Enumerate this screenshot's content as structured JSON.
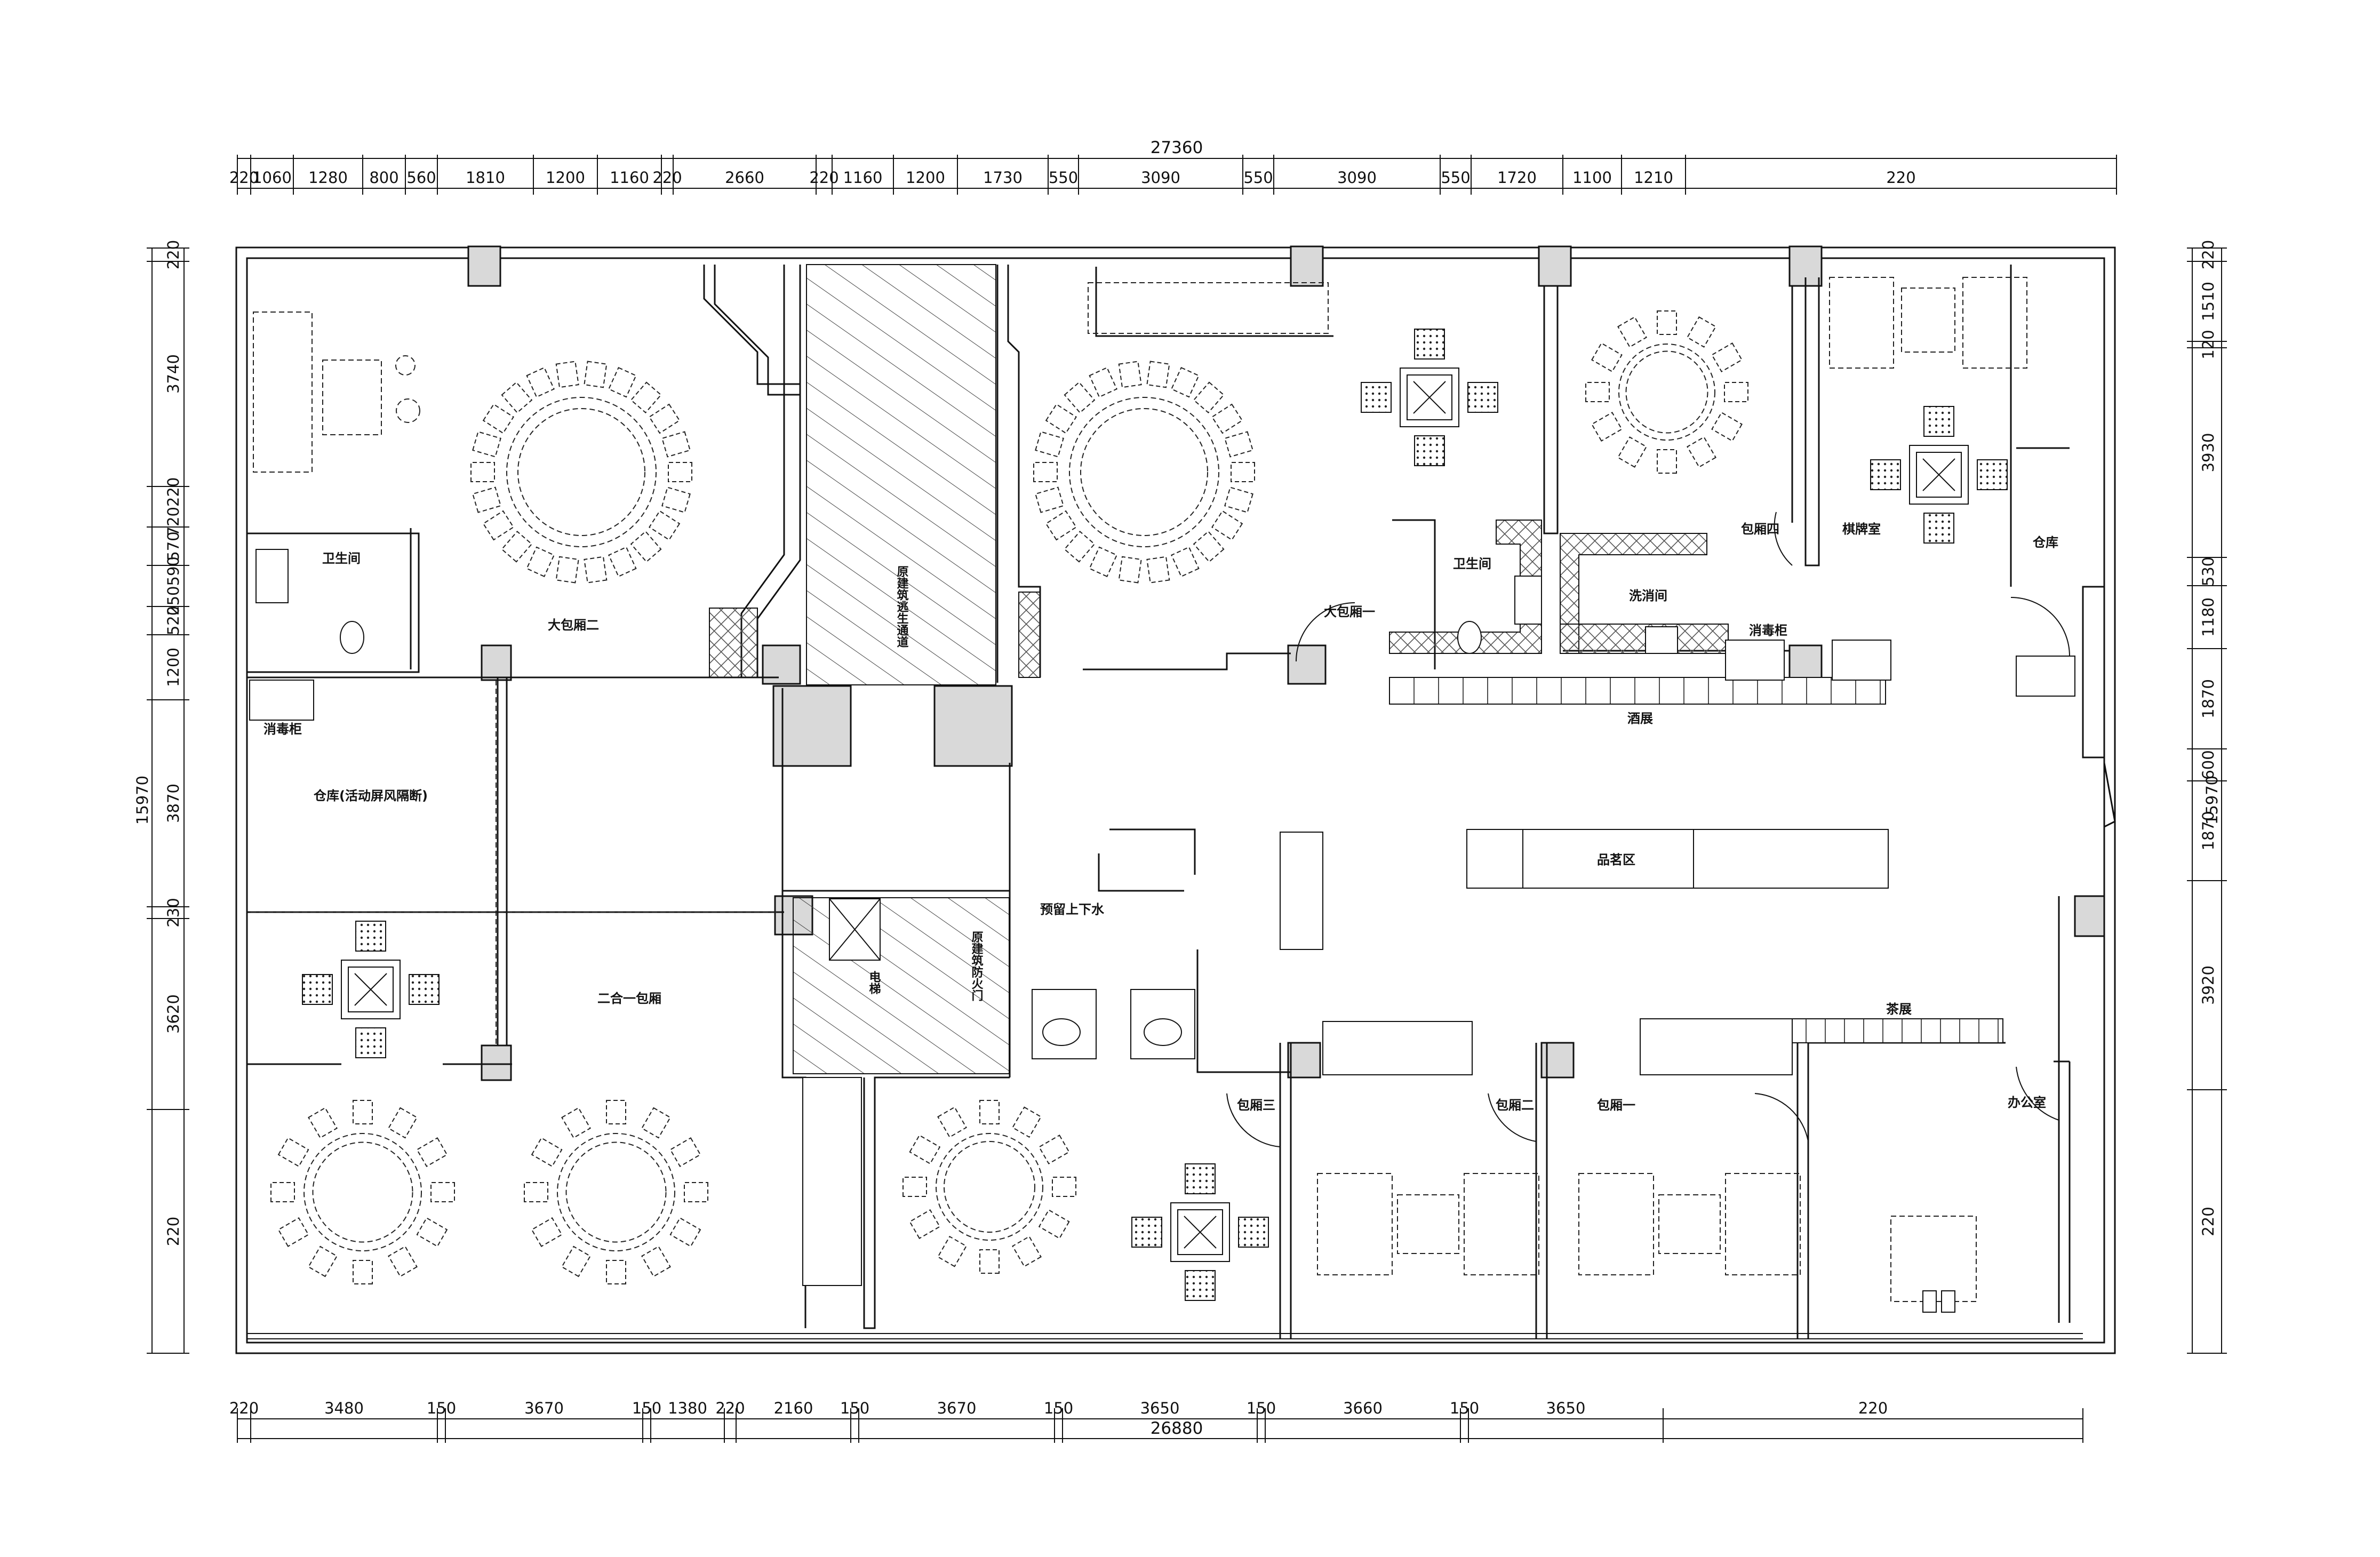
{
  "drawing": {
    "top_total": "27360",
    "bottom_total": "26880",
    "left_total": "15970",
    "right_total": "15970"
  },
  "top_dims": [
    {
      "label": "220"
    },
    {
      "label": "1060"
    },
    {
      "label": "1280"
    },
    {
      "label": "800"
    },
    {
      "label": "560"
    },
    {
      "label": "1810"
    },
    {
      "label": "1200"
    },
    {
      "label": "1160"
    },
    {
      "label": "220"
    },
    {
      "label": "2660"
    },
    {
      "label": "220"
    },
    {
      "label": "1160"
    },
    {
      "label": "1200"
    },
    {
      "label": "1730"
    },
    {
      "label": "550"
    },
    {
      "label": "3090"
    },
    {
      "label": "550"
    },
    {
      "label": "3090"
    },
    {
      "label": "550"
    },
    {
      "label": "1720"
    },
    {
      "label": "1100"
    },
    {
      "label": "1210"
    },
    {
      "label": "220"
    }
  ],
  "bottom_dims": [
    {
      "label": "220"
    },
    {
      "label": "3480"
    },
    {
      "label": "150"
    },
    {
      "label": "3670"
    },
    {
      "label": "150"
    },
    {
      "label": "1380"
    },
    {
      "label": "220"
    },
    {
      "label": "2160"
    },
    {
      "label": "150"
    },
    {
      "label": "3670"
    },
    {
      "label": "150"
    },
    {
      "label": "3650"
    },
    {
      "label": "150"
    },
    {
      "label": "3660"
    },
    {
      "label": "150"
    },
    {
      "label": "3650"
    },
    {
      "label": "220"
    }
  ],
  "left_dims": [
    {
      "label": "220"
    },
    {
      "label": "3740"
    },
    {
      "label": "720220"
    },
    {
      "label": "570"
    },
    {
      "label": "250590"
    },
    {
      "label": "520"
    },
    {
      "label": "1200"
    },
    {
      "label": "3870"
    },
    {
      "label": "230"
    },
    {
      "label": "3620"
    },
    {
      "label": "220"
    }
  ],
  "right_dims": [
    {
      "label": "220"
    },
    {
      "label": "1510"
    },
    {
      "label": "120"
    },
    {
      "label": "3930"
    },
    {
      "label": "530"
    },
    {
      "label": "1180"
    },
    {
      "label": "1870"
    },
    {
      "label": "600"
    },
    {
      "label": "1870"
    },
    {
      "label": "3920"
    },
    {
      "label": "220"
    }
  ],
  "rooms": {
    "big_room_2": "大包厢二",
    "toilet_left": "卫生间",
    "disinfect_left": "消毒柜",
    "storage_screen": "仓库(活动屏风隔断)",
    "two_in_one": "二合一包厢",
    "big_room_1": "大包厢一",
    "toilet_right": "卫生间",
    "wash_room": "洗消间",
    "disinfect_right": "消毒柜",
    "wine_display": "酒展",
    "room_4": "包厢四",
    "chess_room": "棋牌室",
    "storage_right": "仓库",
    "tea_area": "品茗区",
    "tea_display": "茶展",
    "office": "办公室",
    "room_3": "包厢三",
    "room_2": "包厢二",
    "room_1": "包厢一",
    "window_drain": "预留上下水",
    "elevator": "电梯",
    "fire_door": "原建筑防火门",
    "evac_passage": "原建筑逃生通道"
  }
}
